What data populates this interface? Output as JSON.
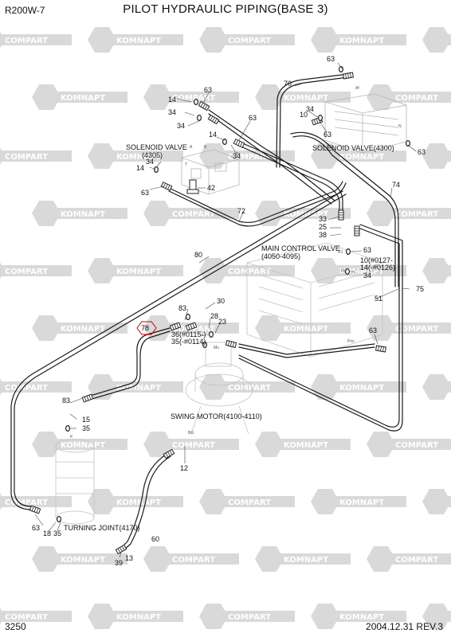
{
  "header": {
    "model": "R200W-7",
    "title": "PILOT HYDRAULIC PIPING(BASE 3)"
  },
  "footer": {
    "page": "3250",
    "date_rev": "2004.12.31  REV.3"
  },
  "watermark": {
    "words": [
      "KOMNAPT",
      "COMPART"
    ],
    "color": "#d9d9d9"
  },
  "components": {
    "solenoid_left": [
      "SOLENOID VALVE",
      "(4305)"
    ],
    "solenoid_right": "SOLENOID VALVE(4300)",
    "main_control": [
      "MAIN CONTROL VALVE",
      "(4050-4095)"
    ],
    "swing_motor": "SWING MOTOR(4100-4110)",
    "turning_joint": "TURNING JOINT(4170)"
  },
  "port_marks": {
    "a": "A",
    "b": "B",
    "p": "P",
    "t": "T",
    "r1": "R1",
    "pb": "Pb",
    "pns": "Pns",
    "mu": "Mu",
    "bg": "BG",
    "af": "Af",
    "k": "K",
    "n": "N"
  },
  "callouts": {
    "c63a": "63",
    "c70": "70",
    "c63b": "63",
    "c14a": "14",
    "c34a": "34",
    "c34b": "34",
    "c63c": "63",
    "c14b": "14",
    "c10a": "10",
    "c34c": "34",
    "c63d": "63",
    "c34d": "34",
    "c63e": "63",
    "c14c": "14",
    "c34e": "34",
    "c42": "42",
    "c63f": "63",
    "c72": "72",
    "c74": "74",
    "c33": "33",
    "c25": "25",
    "c38": "38",
    "c63g": "63",
    "c10b": "10(#0127-",
    "c14d": "14(-#0126)",
    "c34f": "34",
    "c80": "80",
    "c75": "75",
    "c51": "51",
    "c83a": "83",
    "c30": "30",
    "c78": "78",
    "c28": "28",
    "c23": "23",
    "c36": "36(#0115-)",
    "c35a": "35(-#0114)",
    "c63h": "63",
    "c83b": "83",
    "c15": "15",
    "c35b": "35",
    "c12": "12",
    "c63i": "63",
    "c18": "18",
    "c35c": "35",
    "c60": "60",
    "c13": "13",
    "c39": "39"
  }
}
